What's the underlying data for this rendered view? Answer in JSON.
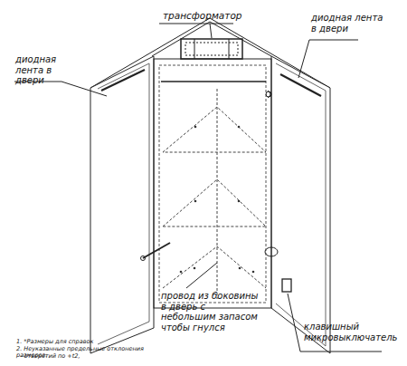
{
  "diagram": {
    "labels": [
      "трансформатор",
      "диодная лента в двери",
      "диодная лента в двери",
      "провод из боковины в дверь с небольшим запасом чтобы гнулся",
      "клавишный микровыключатель",
      "1. *Размеры для справок",
      "2. Неуказанные предельные отклонения размеров:",
      "- отверстий по +t2,"
    ]
  }
}
